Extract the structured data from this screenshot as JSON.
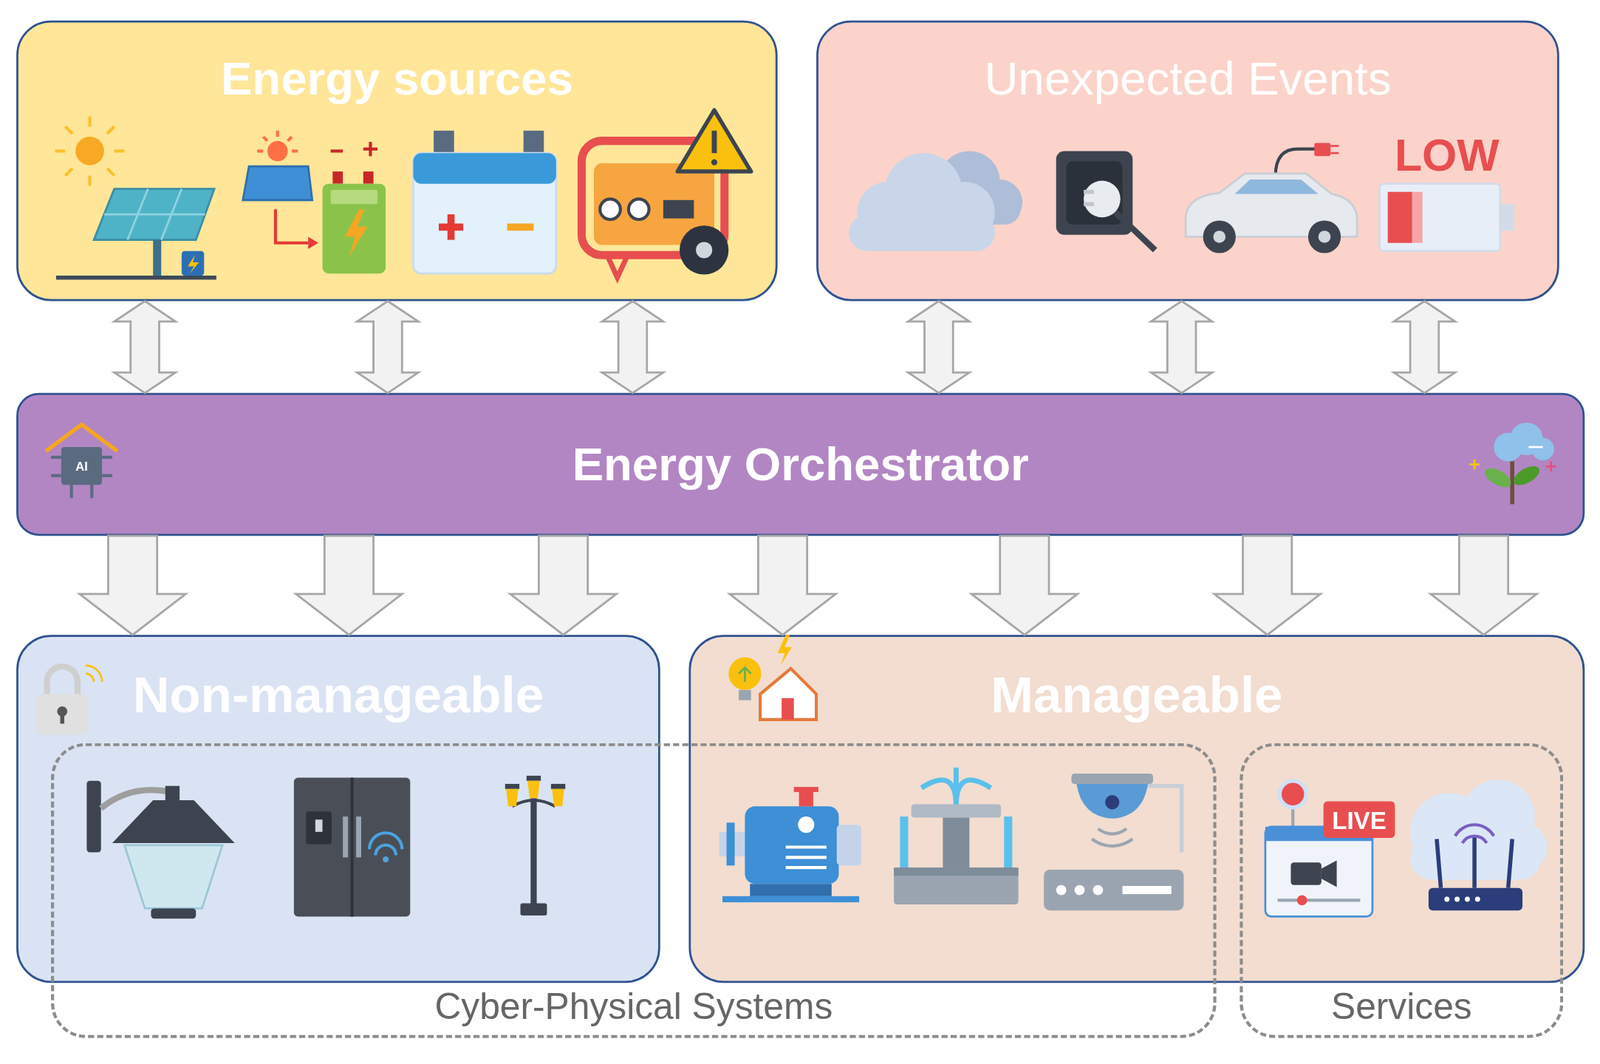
{
  "diagram": {
    "nodes": [
      {
        "text": [
          "Energy sources"
        ]
      },
      {
        "text": [
          "Unexpected Events"
        ]
      },
      {
        "text": [
          "Energy Orchestrator"
        ]
      },
      {
        "text": [
          "Non-manageable"
        ]
      },
      {
        "text": [
          "Manageable"
        ]
      },
      {
        "text": [
          "Cyber-Physical Systems"
        ]
      },
      {
        "text": [
          "Services"
        ]
      }
    ],
    "edges": [
      {
        "from": 0,
        "to": 2,
        "arrow": "both"
      },
      {
        "from": 0,
        "to": 2,
        "arrow": "both"
      },
      {
        "from": 0,
        "to": 2,
        "arrow": "both"
      },
      {
        "from": 1,
        "to": 2,
        "arrow": "both"
      },
      {
        "from": 1,
        "to": 2,
        "arrow": "both"
      },
      {
        "from": 1,
        "to": 2,
        "arrow": "both"
      },
      {
        "from": 2,
        "to": 3,
        "arrow": "to"
      },
      {
        "from": 2,
        "to": 3,
        "arrow": "to"
      },
      {
        "from": 2,
        "to": 3,
        "arrow": "to"
      },
      {
        "from": 2,
        "to": 4,
        "arrow": "to"
      },
      {
        "from": 2,
        "to": 4,
        "arrow": "to"
      },
      {
        "from": 2,
        "to": 4,
        "arrow": "to"
      },
      {
        "from": 2,
        "to": 4,
        "arrow": "to"
      }
    ],
    "labels": [
      "LOW",
      "AI",
      "LIVE"
    ]
  }
}
